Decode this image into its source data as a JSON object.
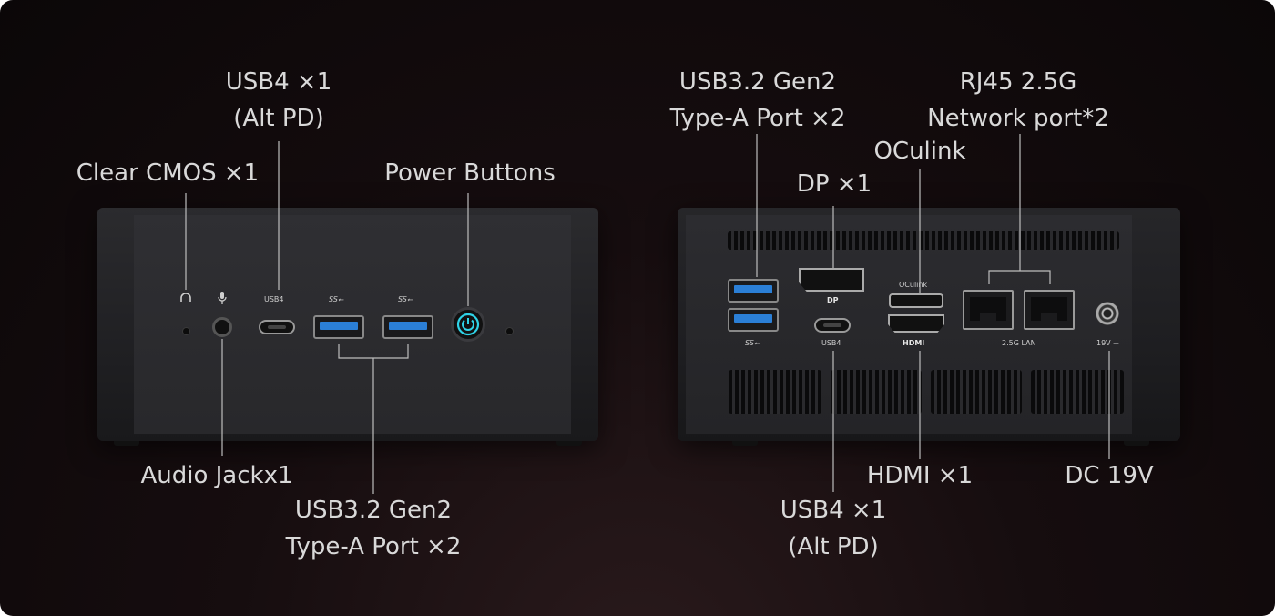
{
  "labels": {
    "front": {
      "usb4_line1": "USB4 ×1",
      "usb4_line2": "(Alt PD)",
      "clear_cmos": "Clear CMOS ×1",
      "power_buttons": "Power Buttons",
      "audio_jack": "Audio Jackx1",
      "usb32_line1": "USB3.2 Gen2",
      "usb32_line2": "Type-A Port ×2"
    },
    "back": {
      "usb32_line1": "USB3.2 Gen2",
      "usb32_line2": "Type-A Port ×2",
      "rj45_line1": "RJ45 2.5G",
      "rj45_line2": "Network port*2",
      "oculink": "OCulink",
      "dp": "DP ×1",
      "hdmi": "HDMI ×1",
      "dc": "DC 19V",
      "usb4_line1": "USB4 ×1",
      "usb4_line2": "(Alt PD)"
    }
  },
  "device_print": {
    "front_usb4": "USB4",
    "front_ss_1": "SS⭠",
    "front_ss_2": "SS⭠",
    "back_dp": "DP",
    "back_oculink": "OCulink",
    "back_usb4": "USB4",
    "back_hdmi": "HDMI",
    "back_ss": "SS⭠",
    "back_lan": "2.5G LAN",
    "back_dc": "19V ⎓"
  },
  "colors": {
    "power_ring": "#2fd3e8",
    "usb_blue": "#2b7fd6",
    "label_text": "#d9d9d9"
  },
  "icons": {
    "headphone": "headphone-icon",
    "microphone": "microphone-icon",
    "power": "power-icon",
    "usb_ss": "usb-superspeed-icon"
  }
}
